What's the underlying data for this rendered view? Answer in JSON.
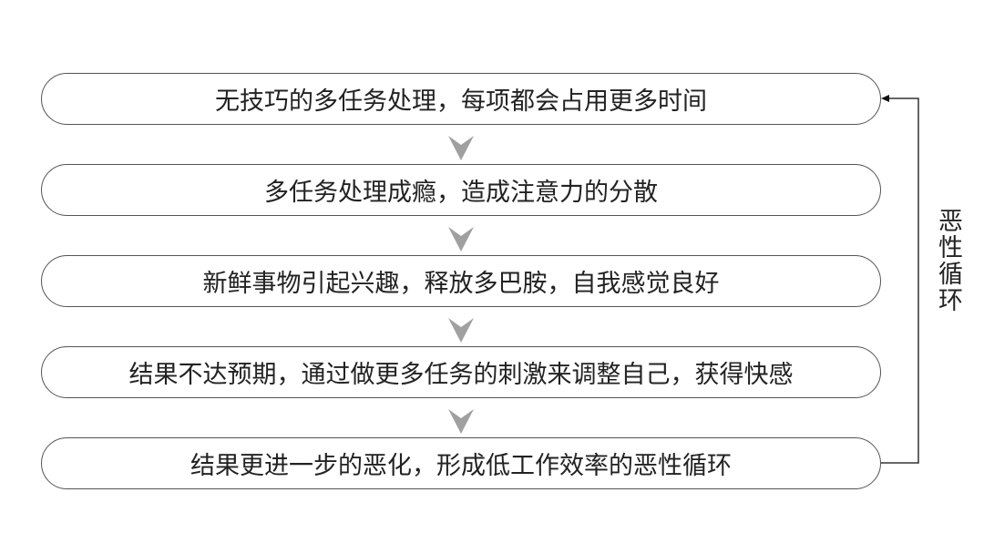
{
  "steps": [
    {
      "text": "无技巧的多任务处理，每项都会占用更多时间"
    },
    {
      "text": "多任务处理成瘾，造成注意力的分散"
    },
    {
      "text": "新鲜事物引起兴趣，释放多巴胺，自我感觉良好"
    },
    {
      "text": "结果不达预期，通过做更多任务的刺激来调整自己，获得快感"
    },
    {
      "text": "结果更进一步的恶化，形成低工作效率的恶性循环"
    }
  ],
  "loop_label": "恶性循环",
  "colors": {
    "arrow": "#a0a0a0",
    "border": "#555555",
    "line": "#333333"
  }
}
